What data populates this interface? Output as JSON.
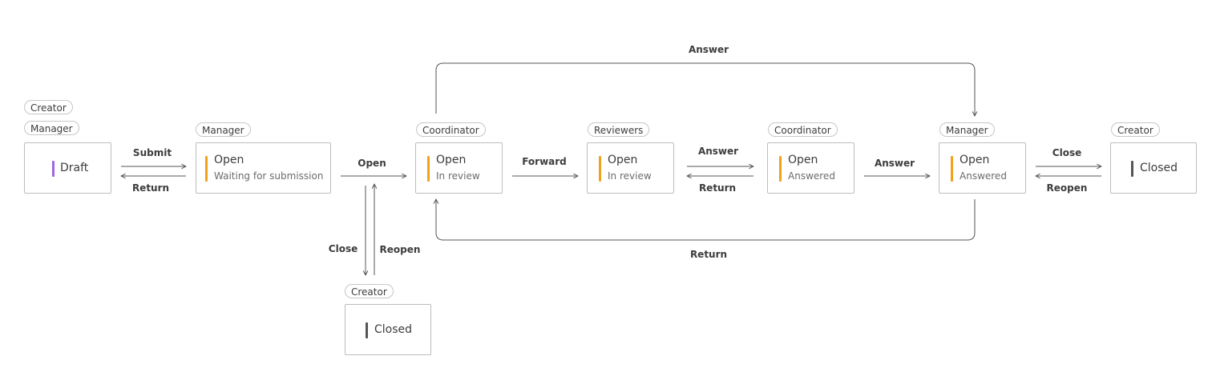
{
  "roles": {
    "creator": "Creator",
    "manager": "Manager",
    "coordinator": "Coordinator",
    "reviewers": "Reviewers"
  },
  "states": {
    "draft": "Draft",
    "open": "Open",
    "closed": "Closed"
  },
  "substates": {
    "waiting": "Waiting for submission",
    "in_review": "In review",
    "answered": "Answered"
  },
  "transitions": {
    "submit": "Submit",
    "return": "Return",
    "open": "Open",
    "forward": "Forward",
    "answer": "Answer",
    "close": "Close",
    "reopen": "Reopen"
  }
}
